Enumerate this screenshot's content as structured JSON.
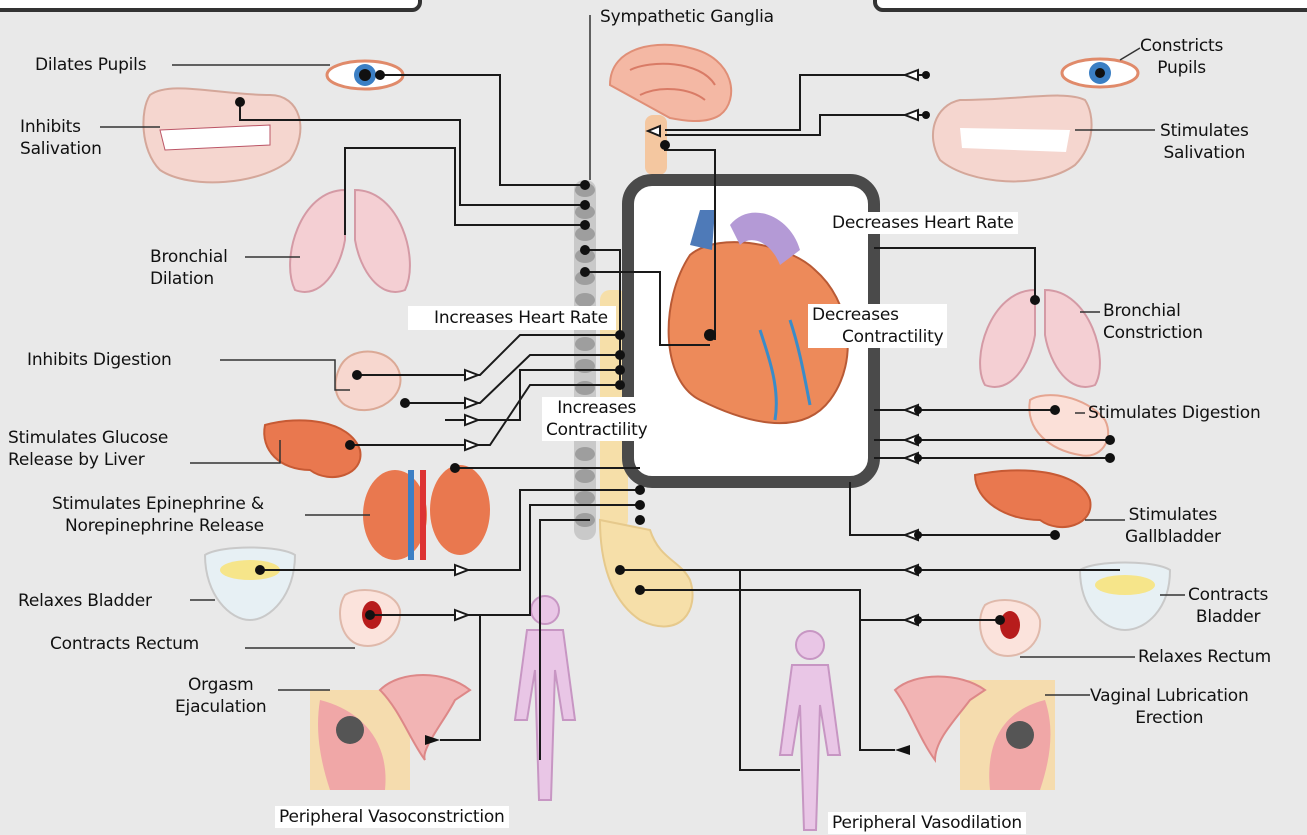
{
  "labels": {
    "sympathetic_ganglia": "Sympathetic Ganglia",
    "dilates_pupils": "Dilates Pupils",
    "inhibits_salivation_1": "Inhibits",
    "inhibits_salivation_2": "Salivation",
    "bronchial_dilation_1": "Bronchial",
    "bronchial_dilation_2": "Dilation",
    "increases_heart_rate": "Increases Heart Rate",
    "inhibits_digestion": "Inhibits Digestion",
    "increases_contractility_1": "Increases",
    "increases_contractility_2": "Contractility",
    "stimulates_glucose_1": "Stimulates Glucose",
    "stimulates_glucose_2": "Release by Liver",
    "epinephrine_1": "Stimulates Epinephrine &",
    "epinephrine_2": "Norepinephrine Release",
    "relaxes_bladder": "Relaxes Bladder",
    "contracts_rectum": "Contracts Rectum",
    "orgasm": "Orgasm",
    "ejaculation": "Ejaculation",
    "peripheral_vasoconstriction": "Peripheral Vasoconstriction",
    "constricts_pupils_1": "Constricts",
    "constricts_pupils_2": "Pupils",
    "stimulates_salivation_1": "Stimulates",
    "stimulates_salivation_2": "Salivation",
    "decreases_heart_rate": "Decreases Heart Rate",
    "bronchial_constriction_1": "Bronchial",
    "bronchial_constriction_2": "Constriction",
    "decreases_contractility_1": "Decreases",
    "decreases_contractility_2": "Contractility",
    "stimulates_digestion": "Stimulates Digestion",
    "stimulates_gallbladder_1": "Stimulates",
    "stimulates_gallbladder_2": "Gallbladder",
    "contracts_bladder_1": "Contracts",
    "contracts_bladder_2": "Bladder",
    "relaxes_rectum": "Relaxes Rectum",
    "vaginal_lubrication": "Vaginal Lubrication",
    "erection": "Erection",
    "peripheral_vasodilation": "Peripheral Vasodilation"
  },
  "colors": {
    "background": "#e9e9e9",
    "heart_frame": "#4a4a4a",
    "line": "#1a1a1a",
    "organ_pink": "#f2c9c2",
    "organ_orange": "#e9784f",
    "spine": "#bdbdbd",
    "sacral_spine": "#f6dfa9"
  }
}
